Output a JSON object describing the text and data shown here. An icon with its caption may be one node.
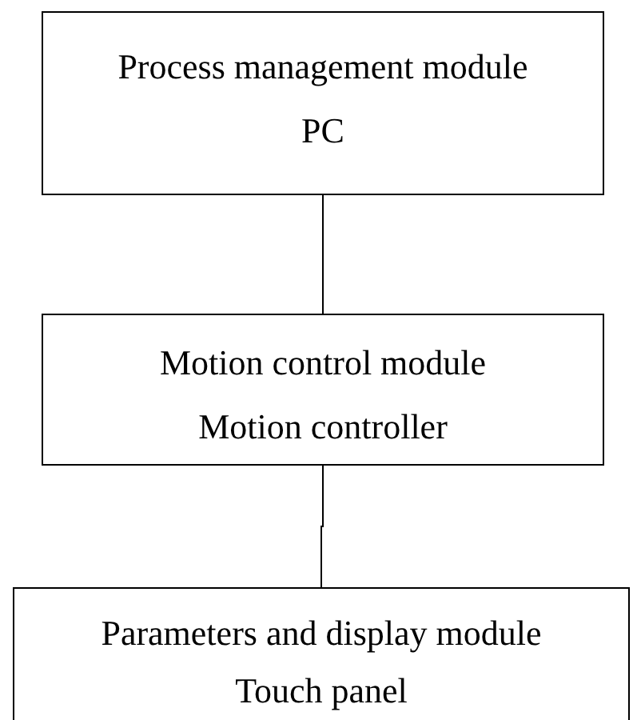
{
  "diagram": {
    "nodes": [
      {
        "text": [
          "Process management module",
          "PC"
        ]
      },
      {
        "text": [
          "Motion control module",
          "Motion controller"
        ]
      },
      {
        "text": [
          "Parameters and display module",
          "Touch panel"
        ]
      }
    ],
    "edges": [
      {
        "from": 0,
        "to": 1,
        "arrow": "none"
      },
      {
        "from": 1,
        "to": 2,
        "arrow": "none"
      }
    ]
  }
}
